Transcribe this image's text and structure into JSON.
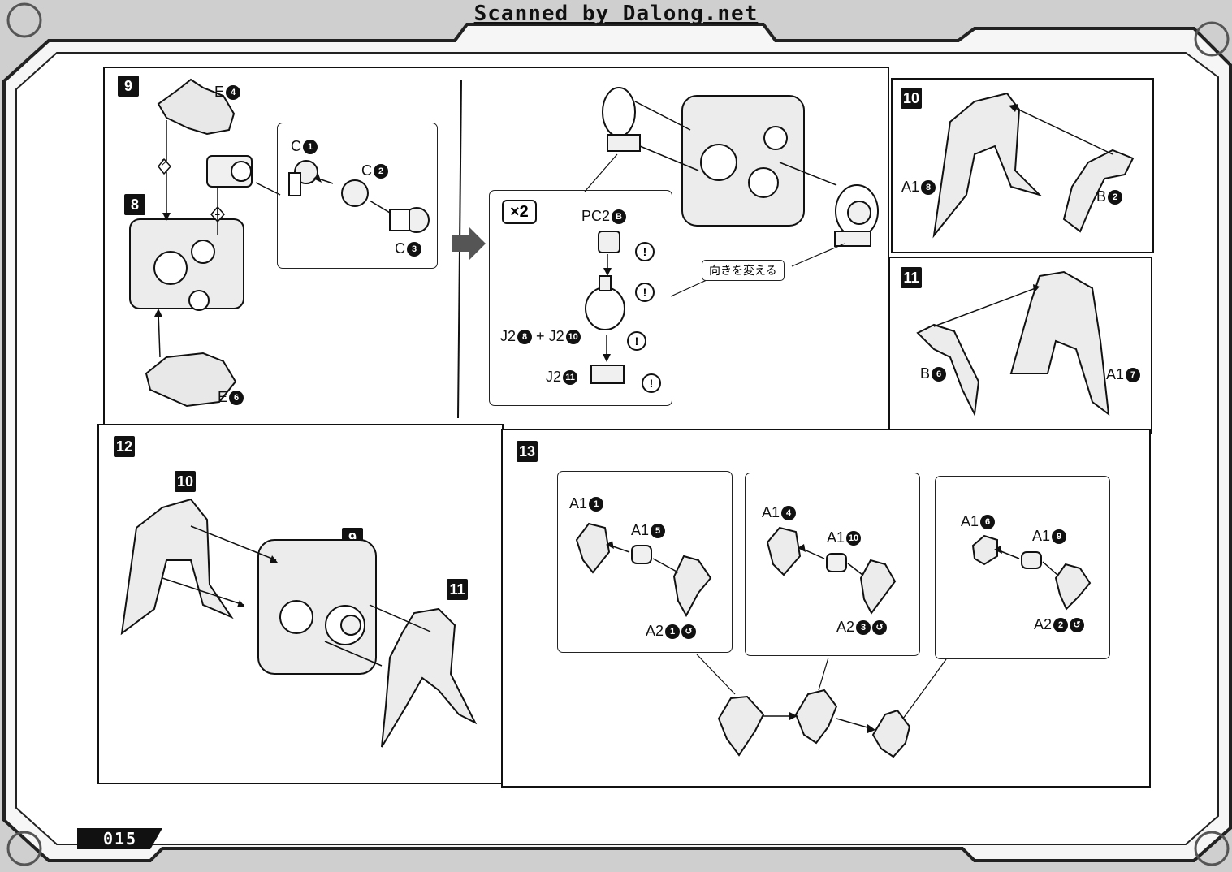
{
  "watermark": "Scanned by Dalong.net",
  "page_number": "015",
  "steps": {
    "s9": "9",
    "s8": "8",
    "s10": "10",
    "s11": "11",
    "s12": "12",
    "s13": "13",
    "s12_ref10": "10",
    "s12_ref9": "9",
    "s12_ref11": "11"
  },
  "step9": {
    "e4": "E",
    "e4n": "4",
    "e6": "E",
    "e6n": "6",
    "order1": "1",
    "order2": "2",
    "c1": "C",
    "c1n": "1",
    "c2": "C",
    "c2n": "2",
    "c3": "C",
    "c3n": "3"
  },
  "x2box": {
    "mult": "×2",
    "pc2": "PC2",
    "pc2n": "B",
    "j2a": "J2",
    "j2an": "8",
    "plus": "+",
    "j2b": "J2",
    "j2bn": "10",
    "j2c": "J2",
    "j2cn": "11",
    "warn": "!"
  },
  "orientation_note": "向きを変える",
  "step10": {
    "a1": "A1",
    "a1n": "8",
    "b": "B",
    "bn": "2"
  },
  "step11": {
    "b": "B",
    "bn": "6",
    "a1": "A1",
    "a1n": "7"
  },
  "step13": {
    "g1": {
      "p1": "A1",
      "p1n": "1",
      "p2": "A1",
      "p2n": "5",
      "p3": "A2",
      "p3n": "1"
    },
    "g2": {
      "p1": "A1",
      "p1n": "4",
      "p2": "A1",
      "p2n": "10",
      "p3": "A2",
      "p3n": "3"
    },
    "g3": {
      "p1": "A1",
      "p1n": "6",
      "p2": "A1",
      "p2n": "9",
      "p3": "A2",
      "p3n": "2"
    }
  },
  "colors": {
    "ink": "#111111",
    "paper": "#ffffff",
    "frame_gray": "#8a8a8a"
  }
}
